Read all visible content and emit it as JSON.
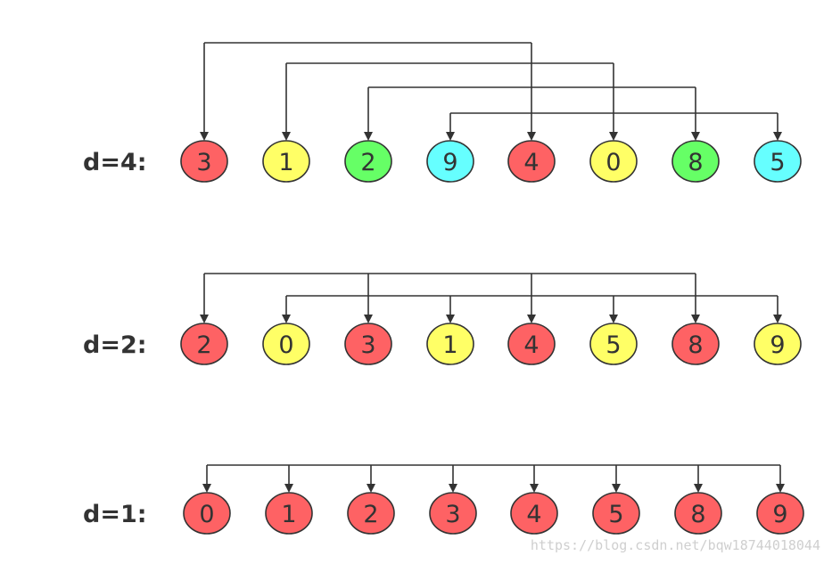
{
  "colors": {
    "red": "#fe6264",
    "yellow": "#ffff66",
    "green": "#66ff66",
    "cyan": "#66ffff",
    "line": "#333333"
  },
  "rows": [
    {
      "label": "d=4:",
      "nodes": [
        {
          "value": "3",
          "color": "red"
        },
        {
          "value": "1",
          "color": "yellow"
        },
        {
          "value": "2",
          "color": "green"
        },
        {
          "value": "9",
          "color": "cyan"
        },
        {
          "value": "4",
          "color": "red"
        },
        {
          "value": "0",
          "color": "yellow"
        },
        {
          "value": "8",
          "color": "green"
        },
        {
          "value": "5",
          "color": "cyan"
        }
      ],
      "groups": [
        [
          0,
          4
        ],
        [
          1,
          5
        ],
        [
          2,
          6
        ],
        [
          3,
          7
        ]
      ]
    },
    {
      "label": "d=2:",
      "nodes": [
        {
          "value": "2",
          "color": "red"
        },
        {
          "value": "0",
          "color": "yellow"
        },
        {
          "value": "3",
          "color": "red"
        },
        {
          "value": "1",
          "color": "yellow"
        },
        {
          "value": "4",
          "color": "red"
        },
        {
          "value": "5",
          "color": "yellow"
        },
        {
          "value": "8",
          "color": "red"
        },
        {
          "value": "9",
          "color": "yellow"
        }
      ],
      "groups": [
        [
          0,
          2,
          4,
          6
        ],
        [
          1,
          3,
          5,
          7
        ]
      ]
    },
    {
      "label": "d=1:",
      "nodes": [
        {
          "value": "0",
          "color": "red"
        },
        {
          "value": "1",
          "color": "red"
        },
        {
          "value": "2",
          "color": "red"
        },
        {
          "value": "3",
          "color": "red"
        },
        {
          "value": "4",
          "color": "red"
        },
        {
          "value": "5",
          "color": "red"
        },
        {
          "value": "8",
          "color": "red"
        },
        {
          "value": "9",
          "color": "red"
        }
      ],
      "groups": [
        [
          0,
          1,
          2,
          3,
          4,
          5,
          6,
          7
        ]
      ]
    }
  ],
  "watermark": "https://blog.csdn.net/bqw18744018044"
}
